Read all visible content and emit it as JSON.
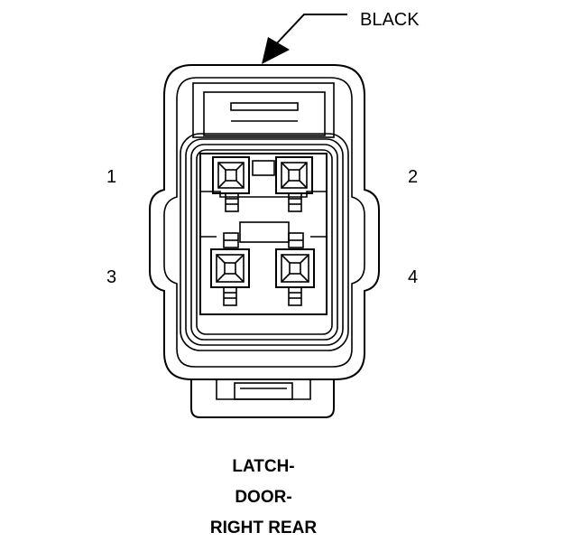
{
  "connector": {
    "color_label": "BLACK",
    "pins": [
      "1",
      "2",
      "3",
      "4"
    ],
    "title_lines": [
      "LATCH-",
      "DOOR-",
      "RIGHT REAR"
    ]
  }
}
